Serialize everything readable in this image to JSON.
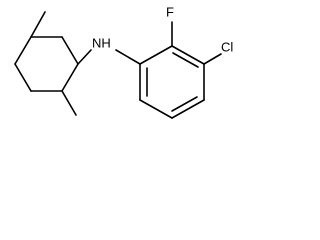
{
  "molecule": {
    "atoms": {
      "nitrogen": "NH",
      "fluorine": "F",
      "chlorine": "Cl"
    },
    "ring_count": 2,
    "colors": {
      "bond": "#000000",
      "label": "#000000",
      "background": "#ffffff"
    }
  }
}
